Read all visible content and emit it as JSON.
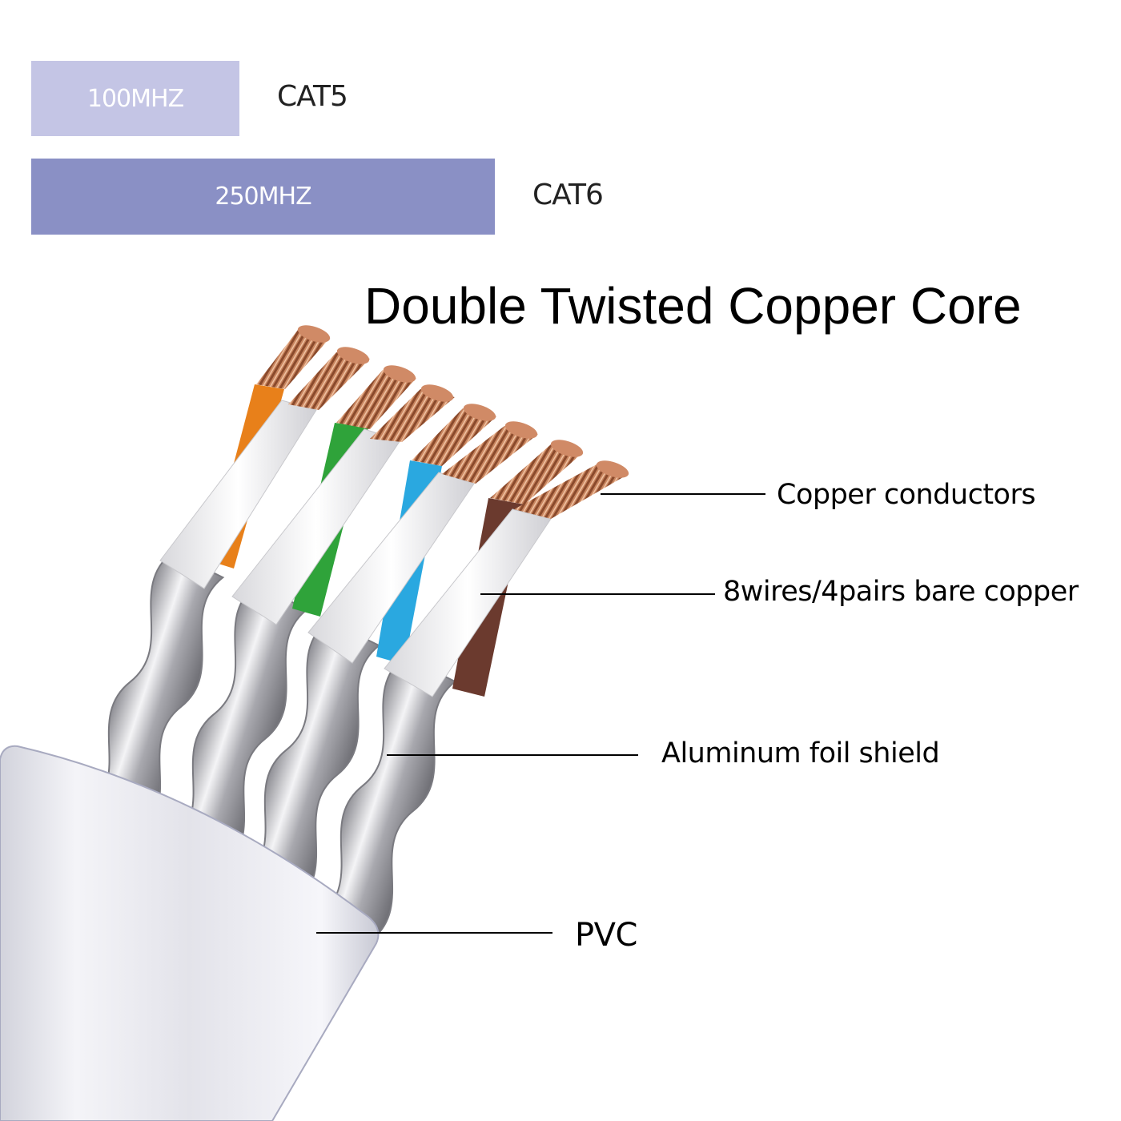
{
  "bars": [
    {
      "label": "100MHZ",
      "category": "CAT5",
      "color": "#c4c5e5"
    },
    {
      "label": "250MHZ",
      "category": "CAT6",
      "color": "#8a90c5"
    }
  ],
  "title": "Double Twisted Copper Core",
  "callouts": {
    "copper_conductors": "Copper conductors",
    "wires_pairs": "8wires/4pairs bare copper",
    "foil_shield": "Aluminum foil shield",
    "pvc": "PVC"
  },
  "wire_colors": [
    "#e8801a",
    "#2fa33a",
    "#2aa8e0",
    "#6b3a2e"
  ],
  "colors": {
    "copper": "#c8825e",
    "insulation_white": "#f2f2f2",
    "foil": "#b8b8bc",
    "jacket": "#e4e4ea",
    "line": "#000000"
  }
}
